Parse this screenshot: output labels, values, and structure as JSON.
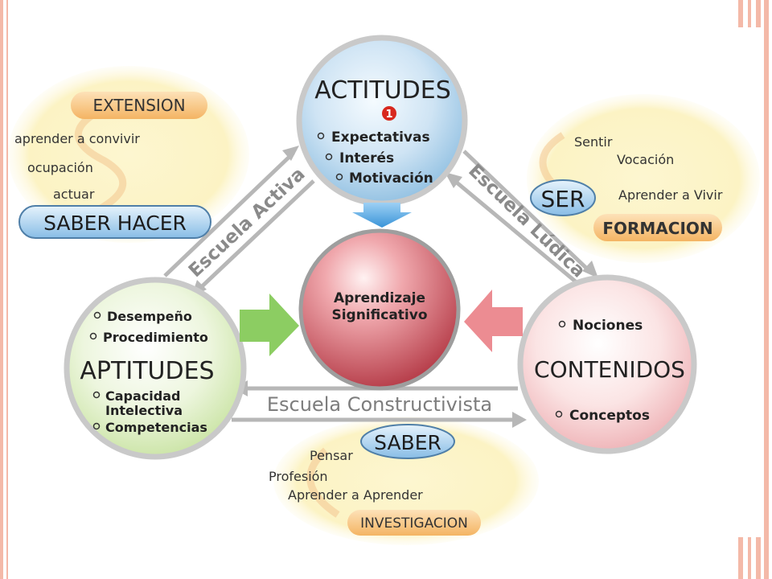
{
  "diagram": {
    "center": {
      "line1": "Aprendizaje",
      "line2": "Significativo"
    },
    "actitudes": {
      "title": "ACTITUDES",
      "badge": "1",
      "items": [
        "Expectativas",
        "Interés",
        "Motivación"
      ]
    },
    "aptitudes": {
      "title": "APTITUDES",
      "items_top": [
        "Desempeño",
        "Procedimiento"
      ],
      "item_capacidad_1": "Capacidad",
      "item_capacidad_2": "Intelectiva",
      "item_competencias": "Competencias"
    },
    "contenidos": {
      "title": "CONTENIDOS",
      "items": [
        "Nociones",
        "Conceptos"
      ]
    },
    "schools": {
      "activa": "Escuela Activa",
      "ludica": "Escuela Lúdica",
      "constructivista": "Escuela Constructivista"
    },
    "saber_hacer": {
      "top_label": "EXTENSION",
      "main_label": "SABER HACER",
      "items": [
        "aprender a convivir",
        "ocupación",
        "actuar"
      ]
    },
    "ser": {
      "main_label": "SER",
      "bottom_label": "FORMACION",
      "items": [
        "Sentir",
        "Vocación",
        "Aprender a Vivir"
      ]
    },
    "saber": {
      "main_label": "SABER",
      "bottom_label": "INVESTIGACION",
      "items": [
        "Pensar",
        "Profesión",
        "Aprender a Aprender"
      ]
    }
  },
  "colors": {
    "border_accent": "#f4b9a8",
    "actitudes_fill": "#9cc6e4",
    "aptitudes_fill": "#d9ebbb",
    "contenidos_fill": "#f3c3c6",
    "center_fill": "#c8505c",
    "arrow_green": "#8ccd62",
    "arrow_pink": "#ec8c92",
    "arrow_blue": "#4fa5e3",
    "pill_blue": "#a9d0ef",
    "pill_orange": "#f6c78a",
    "cloud_yellow": "#fcf3c4"
  }
}
